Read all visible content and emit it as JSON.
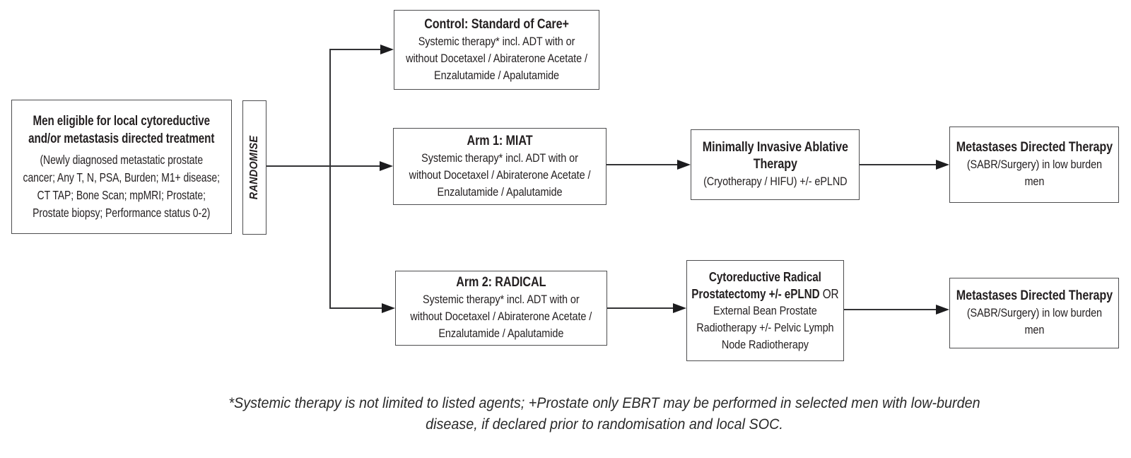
{
  "diagram": {
    "colors": {
      "border": "#4d4d4f",
      "text": "#231f20",
      "line": "#333335",
      "arrowhead": "#1c1c1e",
      "background": "#ffffff"
    },
    "eligibility": {
      "title_lines": [
        "Men eligible for local cytoreductive",
        "and/or metastasis directed treatment"
      ],
      "body_lines": [
        "(Newly diagnosed metastatic prostate",
        "cancer; Any T, N, PSA, Burden; M1+ disease;",
        "CT TAP; Bone Scan; mpMRI; Prostate;",
        "Prostate biopsy; Performance status 0-2)"
      ]
    },
    "randomise_label": "RANDOMISE",
    "control": {
      "title_lines": [
        "Control: Standard of Care+"
      ],
      "body_lines": [
        "Systemic therapy* incl. ADT with or",
        "without Docetaxel / Abiraterone Acetate /",
        "Enzalutamide / Apalutamide"
      ]
    },
    "arm1": {
      "title_lines": [
        "Arm 1: MIAT"
      ],
      "body_lines": [
        "Systemic therapy* incl. ADT with or",
        "without Docetaxel / Abiraterone Acetate /",
        "Enzalutamide / Apalutamide"
      ]
    },
    "arm2": {
      "title_lines": [
        "Arm 2: RADICAL"
      ],
      "body_lines": [
        "Systemic therapy* incl. ADT with or",
        "without Docetaxel / Abiraterone Acetate /",
        "Enzalutamide / Apalutamide"
      ]
    },
    "miat": {
      "title_lines": [
        "Minimally Invasive Ablative",
        "Therapy"
      ],
      "body_lines": [
        "(Cryotherapy / HIFU) +/- ePLND"
      ]
    },
    "cytoreductive": {
      "title_line1": "Cytoreductive Radical",
      "title_line2_bold": "Prostatectomy +/- ePLND",
      "title_line2_regular": "OR",
      "body_lines": [
        "External Bean Prostate",
        "Radiotherapy +/- Pelvic Lymph",
        "Node Radiotherapy"
      ]
    },
    "mdt_arm1": {
      "title_lines": [
        "Metastases Directed Therapy"
      ],
      "body_lines": [
        "(SABR/Surgery) in low burden",
        "men"
      ]
    },
    "mdt_arm2": {
      "title_lines": [
        "Metastases Directed Therapy"
      ],
      "body_lines": [
        "(SABR/Surgery) in low burden",
        "men"
      ]
    },
    "footnote_lines": [
      "*Systemic therapy is not limited to listed agents; +Prostate only EBRT may be performed in selected men with low-burden",
      "disease, if declared prior to randomisation and local SOC."
    ]
  }
}
